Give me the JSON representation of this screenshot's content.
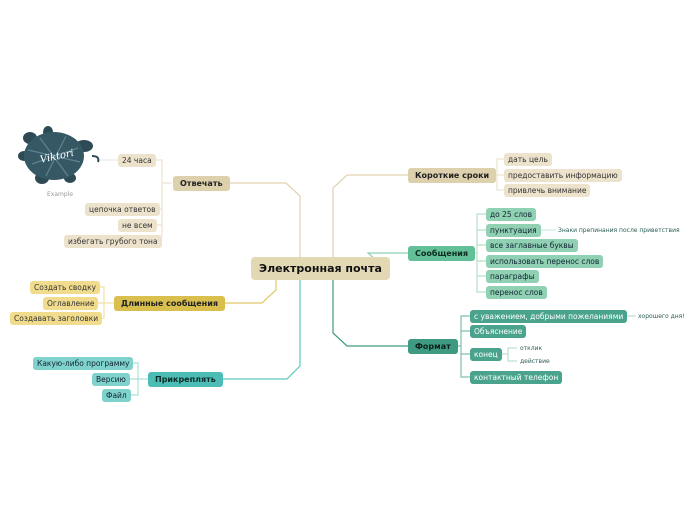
{
  "central": "Электронная почта",
  "logo": {
    "text": "Viktori",
    "caption": "Example"
  },
  "otvechat": {
    "label": "Отвечать",
    "items": [
      "24 часа",
      "цепочка ответов",
      "не всем",
      "избегать грубого тона"
    ]
  },
  "dlinnye": {
    "label": "Длинные сообщения",
    "items": [
      "Создать сводку",
      "Оглавление",
      "Создавать заголовки"
    ]
  },
  "prikreplyat": {
    "label": "Прикреплять",
    "items": [
      "Какую-либо программу",
      "Версию",
      "Файл"
    ]
  },
  "korotkie": {
    "label": "Короткие сроки",
    "items": [
      "дать цель",
      "предоставить информацию",
      "привлечь внимание"
    ]
  },
  "soobshcheniya": {
    "label": "Сообщения",
    "items": [
      "до 25 слов",
      "пунктуация",
      "все заглавные буквы",
      "использовать перенос слов",
      "параграфы",
      "перенос слов"
    ],
    "note": "Знаки препинания после приветствия"
  },
  "format": {
    "label": "Формат",
    "items": [
      "с уважением, добрыми пожеланиями",
      "Объяснение",
      "конец",
      "контактный телефон"
    ],
    "note": "хорошего дня!",
    "end_items": [
      "отклик",
      "действие"
    ]
  }
}
